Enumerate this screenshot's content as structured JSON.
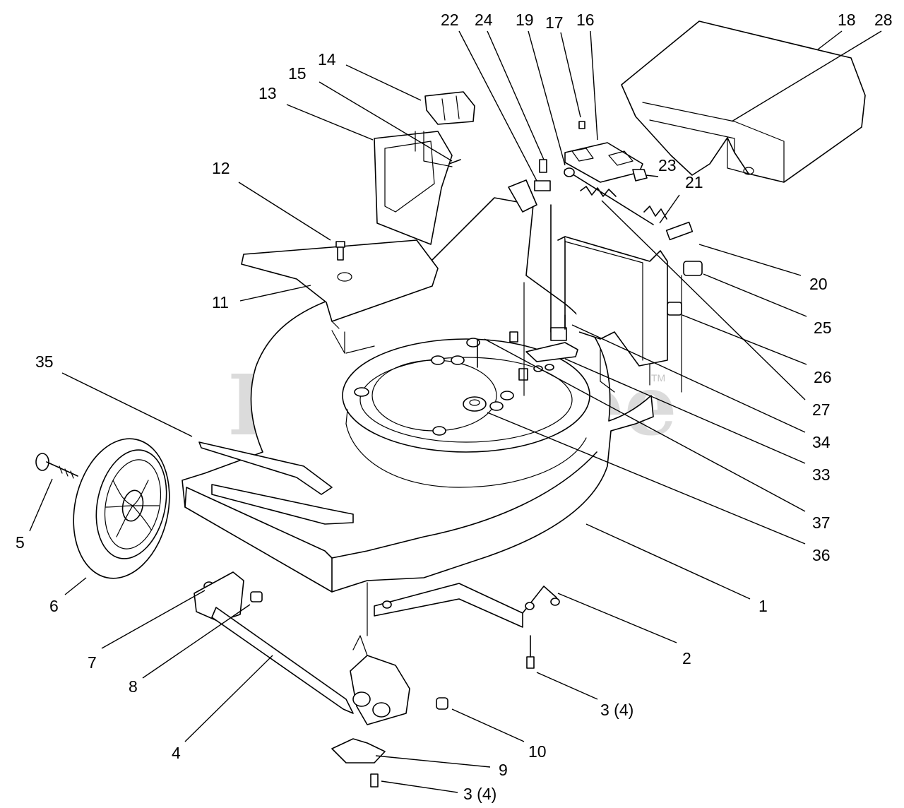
{
  "watermark": {
    "text": "PartsTree",
    "trademark": "TM"
  },
  "callouts": [
    {
      "id": "1",
      "label": "1"
    },
    {
      "id": "2",
      "label": "2"
    },
    {
      "id": "3a",
      "label": "3 (4)"
    },
    {
      "id": "3b",
      "label": "3 (4)"
    },
    {
      "id": "4",
      "label": "4"
    },
    {
      "id": "5",
      "label": "5"
    },
    {
      "id": "6",
      "label": "6"
    },
    {
      "id": "7",
      "label": "7"
    },
    {
      "id": "8",
      "label": "8"
    },
    {
      "id": "9",
      "label": "9"
    },
    {
      "id": "10",
      "label": "10"
    },
    {
      "id": "11",
      "label": "11"
    },
    {
      "id": "12",
      "label": "12"
    },
    {
      "id": "13",
      "label": "13"
    },
    {
      "id": "14",
      "label": "14"
    },
    {
      "id": "15",
      "label": "15"
    },
    {
      "id": "16",
      "label": "16"
    },
    {
      "id": "17",
      "label": "17"
    },
    {
      "id": "18",
      "label": "18"
    },
    {
      "id": "19",
      "label": "19"
    },
    {
      "id": "20",
      "label": "20"
    },
    {
      "id": "21",
      "label": "21"
    },
    {
      "id": "22",
      "label": "22"
    },
    {
      "id": "23",
      "label": "23"
    },
    {
      "id": "24",
      "label": "24"
    },
    {
      "id": "25",
      "label": "25"
    },
    {
      "id": "26",
      "label": "26"
    },
    {
      "id": "27",
      "label": "27"
    },
    {
      "id": "28",
      "label": "28"
    },
    {
      "id": "33",
      "label": "33"
    },
    {
      "id": "34",
      "label": "34"
    },
    {
      "id": "35",
      "label": "35"
    },
    {
      "id": "36",
      "label": "36"
    },
    {
      "id": "37",
      "label": "37"
    }
  ]
}
